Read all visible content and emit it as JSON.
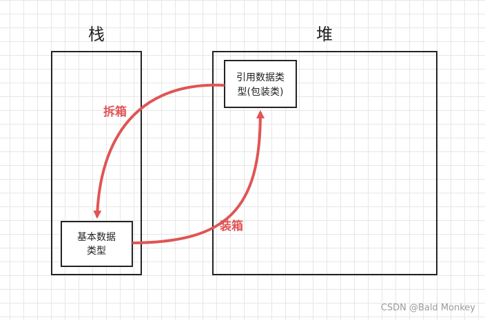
{
  "labels": {
    "stack": "栈",
    "heap": "堆",
    "primitive_line1": "基本数据",
    "primitive_line2": "类型",
    "reference_line1": "引用数据类",
    "reference_line2": "型(包装类)",
    "unboxing": "拆箱",
    "boxing": "装箱",
    "watermark": "CSDN @Bald Monkey"
  },
  "colors": {
    "arrow": "#e05555",
    "box_border": "#222222",
    "grid_line": "#e6e6e6"
  }
}
